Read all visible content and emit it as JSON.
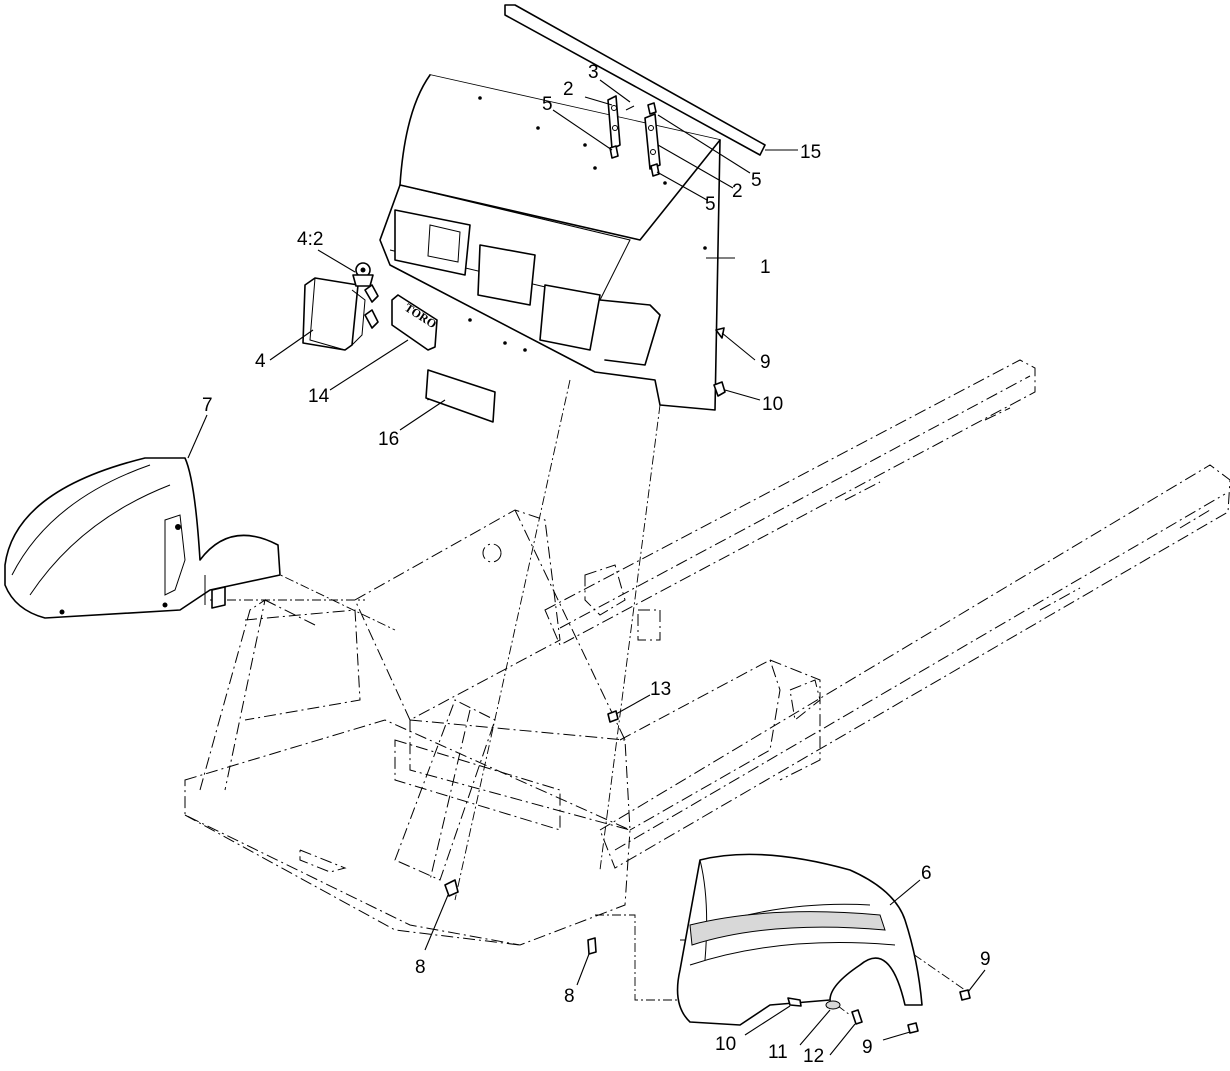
{
  "diagram": {
    "brand_badge": "TORO",
    "callouts": [
      {
        "id": "c1",
        "text": "1"
      },
      {
        "id": "c2a",
        "text": "2"
      },
      {
        "id": "c2b",
        "text": "2"
      },
      {
        "id": "c3",
        "text": "3"
      },
      {
        "id": "c4",
        "text": "4"
      },
      {
        "id": "c42",
        "text": "4:2"
      },
      {
        "id": "c5a",
        "text": "5"
      },
      {
        "id": "c5b",
        "text": "5"
      },
      {
        "id": "c5c",
        "text": "5"
      },
      {
        "id": "c6",
        "text": "6"
      },
      {
        "id": "c7",
        "text": "7"
      },
      {
        "id": "c8a",
        "text": "8"
      },
      {
        "id": "c8b",
        "text": "8"
      },
      {
        "id": "c9a",
        "text": "9"
      },
      {
        "id": "c9b",
        "text": "9"
      },
      {
        "id": "c9c",
        "text": "9"
      },
      {
        "id": "c10a",
        "text": "10"
      },
      {
        "id": "c10b",
        "text": "10"
      },
      {
        "id": "c11",
        "text": "11"
      },
      {
        "id": "c12",
        "text": "12"
      },
      {
        "id": "c13",
        "text": "13"
      },
      {
        "id": "c14",
        "text": "14"
      },
      {
        "id": "c15",
        "text": "15"
      },
      {
        "id": "c16",
        "text": "16"
      }
    ]
  }
}
